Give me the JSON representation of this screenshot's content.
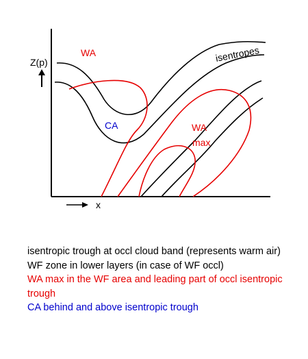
{
  "labels": {
    "z_axis": "Z(p)",
    "x_axis": "x",
    "warm_air_top": "WA",
    "cold_air": "CA",
    "wa_max_line1": "WA",
    "wa_max_line2": "max",
    "isentropes": "isentropes"
  },
  "caption": [
    {
      "text": "isentropic trough at occl cloud band (represents warm air)",
      "color": "#000000"
    },
    {
      "text": "WF zone in lower layers (in case of WF occl)",
      "color": "#000000"
    },
    {
      "text": "WA max in the WF area and leading part of occl isentropic trough",
      "color": "#e60000"
    },
    {
      "text": "CA behind and above isentropic trough",
      "color": "#0000cc"
    }
  ],
  "colors": {
    "warm_air": "#e60000",
    "cold_air": "#0000cc",
    "isentrope": "#000000"
  }
}
